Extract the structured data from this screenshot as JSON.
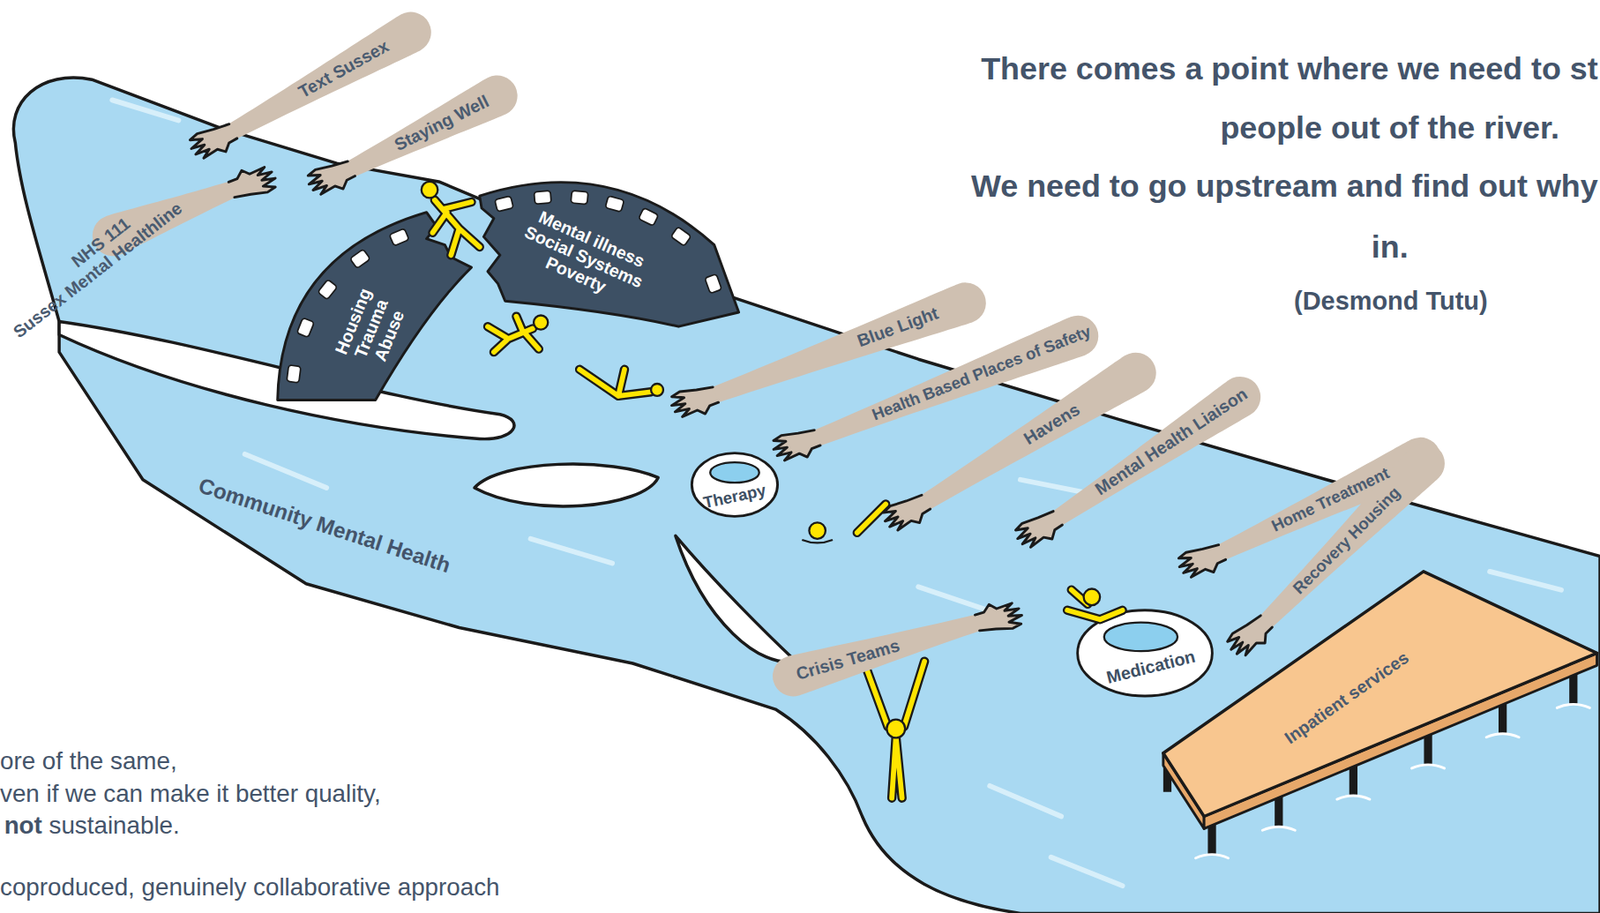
{
  "diagram": {
    "nodes": [
      {
        "text": [
          "Text Sussex"
        ]
      },
      {
        "text": [
          "Staying Well"
        ]
      },
      {
        "text": [
          "NHS 111",
          "Sussex Mental Healthline"
        ]
      },
      {
        "text": [
          "Housing Trauma Abuse"
        ]
      },
      {
        "text": [
          "Mental illness Social Systems Poverty"
        ]
      },
      {
        "text": [
          "Blue Light"
        ]
      },
      {
        "text": [
          "Health Based Places of Safety"
        ]
      },
      {
        "text": [
          "Therapy"
        ]
      },
      {
        "text": [
          "Havens"
        ]
      },
      {
        "text": [
          "Mental Health Liaison"
        ]
      },
      {
        "text": [
          "Home Treatment",
          "Recovery Housing"
        ]
      },
      {
        "text": [
          "Crisis Teams"
        ]
      },
      {
        "text": [
          "Medication"
        ]
      },
      {
        "text": [
          "Inpatient services"
        ]
      }
    ],
    "labels": [
      "There comes a point where we need to st",
      "people out of the river.",
      "We need to go upstream and find out why",
      "in.",
      "(Desmond Tutu)",
      "Community Mental Health",
      "ore of the same,",
      "ven if we can make it better quality,",
      "not",
      "sustainable.",
      "coproduced, genuinely collaborative approach"
    ]
  }
}
